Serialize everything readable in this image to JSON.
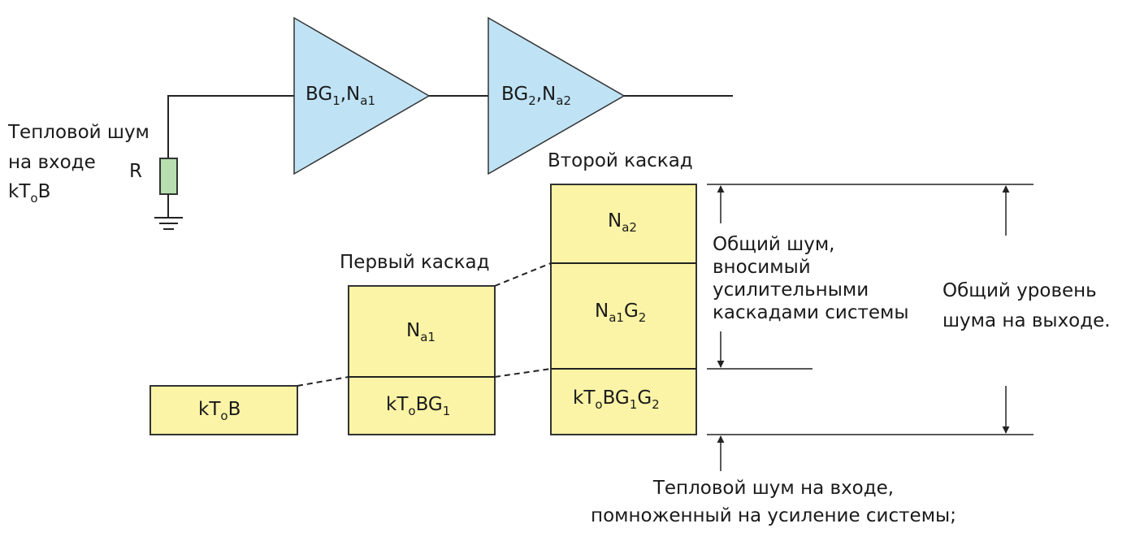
{
  "input_noise": {
    "line1": "Тепловой шум",
    "line2": "на входе",
    "line3_k": "kT",
    "line3_sub": "o",
    "line3_b": "B"
  },
  "resistor_label": "R",
  "amp1": {
    "main": "BG",
    "sub1": "1",
    "mid": ",N",
    "sub2": "a1"
  },
  "amp2": {
    "main": "BG",
    "sub1": "2",
    "mid": ",N",
    "sub2": "a2"
  },
  "stage2_label": "Второй каскад",
  "stage1_label": "Первый каскад",
  "input_box": {
    "k": "kT",
    "sub": "o",
    "b": "B"
  },
  "stage1_box": {
    "top_main": "N",
    "top_sub": "a1",
    "bottom_main": "kT",
    "bottom_sub1": "o",
    "bottom_mid": "BG",
    "bottom_sub2": "1"
  },
  "stage2_box": {
    "top_main": "N",
    "top_sub": "a2",
    "middle_main": "N",
    "middle_sub1": "a1",
    "middle_mid": "G",
    "middle_sub2": "2",
    "bottom_main": "kT",
    "bottom_sub1": "o",
    "bottom_mid": "BG",
    "bottom_sub2": "1",
    "bottom_g": "G",
    "bottom_sub3": "2"
  },
  "amp_noise_label": [
    "Общий шум,",
    "вносимый",
    "усилительными",
    "каскадами системы"
  ],
  "total_output_label": [
    "Общий уровень",
    "шума на выходе."
  ],
  "input_gain_label": [
    "Тепловой шум на входе,",
    "помноженный на усиление системы;"
  ]
}
